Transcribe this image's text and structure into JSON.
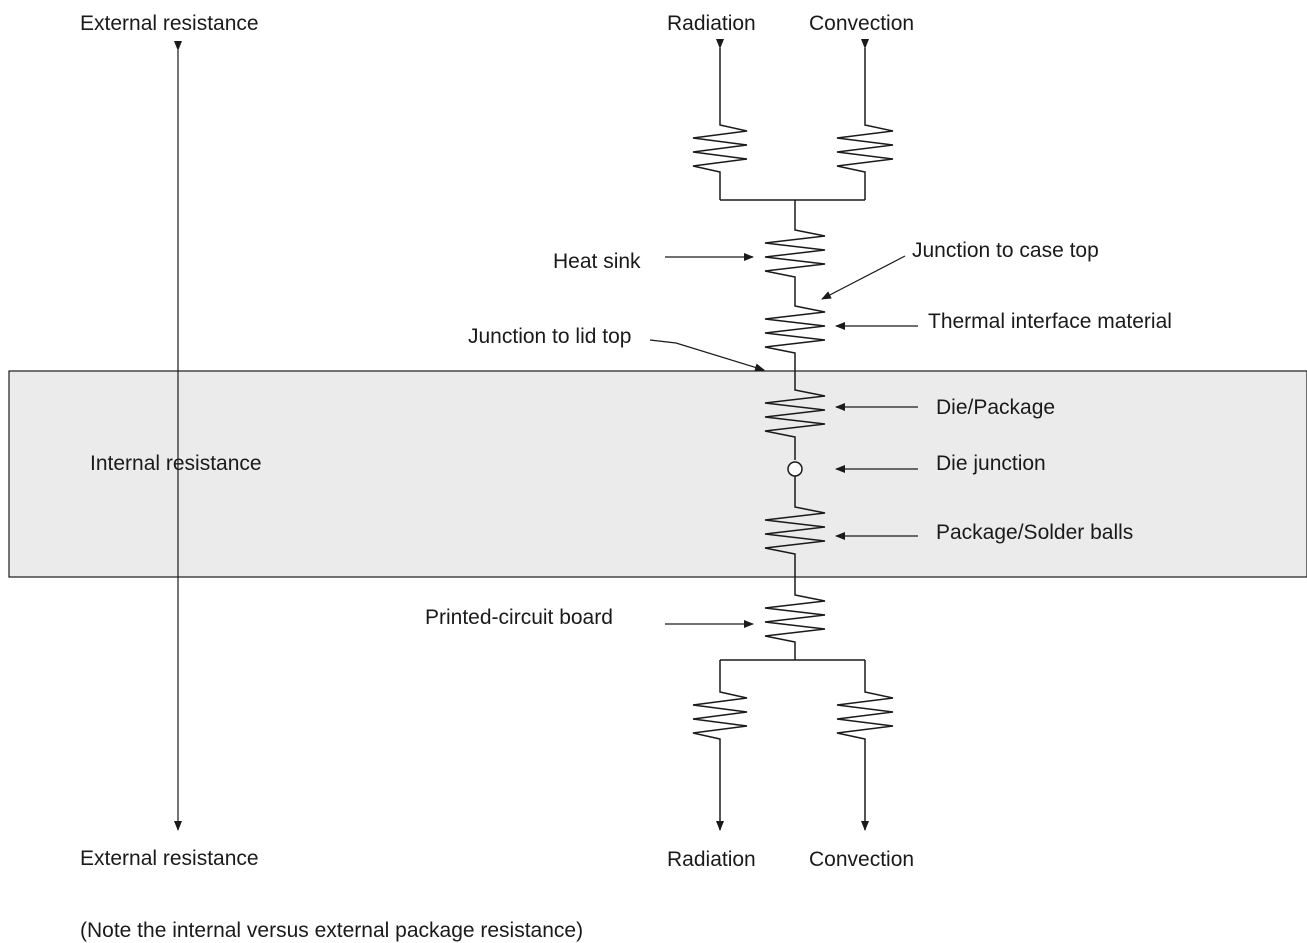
{
  "labels": {
    "external_top": "External resistance",
    "external_bottom": "External resistance",
    "internal": "Internal resistance",
    "radiation_top": "Radiation",
    "convection_top": "Convection",
    "radiation_bottom": "Radiation",
    "convection_bottom": "Convection",
    "heat_sink": "Heat sink",
    "junction_case_top": "Junction to case top",
    "thermal_interface": "Thermal interface material",
    "junction_lid_top": "Junction to lid top",
    "die_package": "Die/Package",
    "die_junction": "Die junction",
    "package_solder": "Package/Solder balls",
    "pcb": "Printed-circuit board",
    "note": "(Note the internal versus external package resistance)"
  },
  "colors": {
    "internal_region_fill": "#ebebeb",
    "line": "#1a1a1a"
  }
}
